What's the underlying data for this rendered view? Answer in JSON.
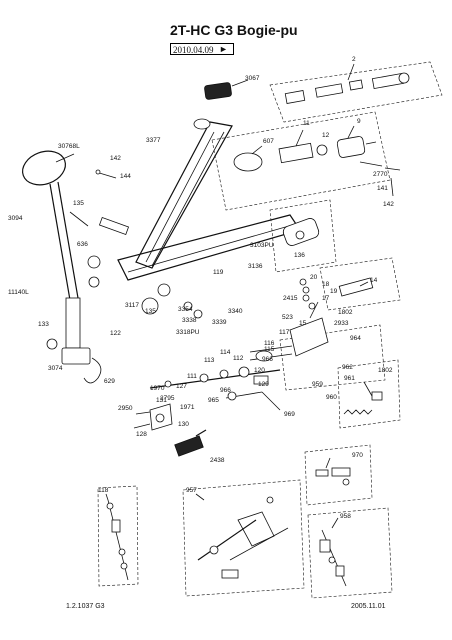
{
  "title": "2T-HC G3 Bogie-pu",
  "revision_date": "2010.04.09",
  "revision_arrow": "►",
  "footer": {
    "doc_number": "1.2.1037 G3",
    "date": "2005.11.01"
  },
  "labels": [
    {
      "id": "l2",
      "text": "2"
    },
    {
      "id": "l3067",
      "text": "3067"
    },
    {
      "id": "l3377",
      "text": "3377"
    },
    {
      "id": "l607",
      "text": "607"
    },
    {
      "id": "l11",
      "text": "11"
    },
    {
      "id": "l12",
      "text": "12"
    },
    {
      "id": "l9",
      "text": "9"
    },
    {
      "id": "l30768",
      "text": "30768L"
    },
    {
      "id": "l142a",
      "text": "142"
    },
    {
      "id": "l144",
      "text": "144"
    },
    {
      "id": "l2770",
      "text": "2770"
    },
    {
      "id": "l141",
      "text": "141"
    },
    {
      "id": "l142b",
      "text": "142"
    },
    {
      "id": "l3094",
      "text": "3094"
    },
    {
      "id": "l135a",
      "text": "135"
    },
    {
      "id": "l636",
      "text": "636"
    },
    {
      "id": "l3103PU",
      "text": "3103PU"
    },
    {
      "id": "l136",
      "text": "136"
    },
    {
      "id": "l3136",
      "text": "3136"
    },
    {
      "id": "l119",
      "text": "119"
    },
    {
      "id": "l20",
      "text": "20"
    },
    {
      "id": "l18",
      "text": "18"
    },
    {
      "id": "l19",
      "text": "19"
    },
    {
      "id": "l17",
      "text": "17"
    },
    {
      "id": "l14",
      "text": "14"
    },
    {
      "id": "l2415",
      "text": "2415"
    },
    {
      "id": "l15",
      "text": "15"
    },
    {
      "id": "l1802a",
      "text": "1802"
    },
    {
      "id": "l2933",
      "text": "2933"
    },
    {
      "id": "l11140L",
      "text": "11140L"
    },
    {
      "id": "l3117",
      "text": "3117"
    },
    {
      "id": "l135b",
      "text": "135"
    },
    {
      "id": "l3354",
      "text": "3354"
    },
    {
      "id": "l3340",
      "text": "3340"
    },
    {
      "id": "l3338",
      "text": "3338"
    },
    {
      "id": "l3339",
      "text": "3339"
    },
    {
      "id": "l3318PU",
      "text": "3318PU"
    },
    {
      "id": "l523",
      "text": "523"
    },
    {
      "id": "l117",
      "text": "117"
    },
    {
      "id": "l964",
      "text": "964"
    },
    {
      "id": "l116",
      "text": "116"
    },
    {
      "id": "l115",
      "text": "115"
    },
    {
      "id": "l966a",
      "text": "966"
    },
    {
      "id": "l962",
      "text": "962"
    },
    {
      "id": "l961",
      "text": "961"
    },
    {
      "id": "l133",
      "text": "133"
    },
    {
      "id": "l122",
      "text": "122"
    },
    {
      "id": "l3074",
      "text": "3074"
    },
    {
      "id": "l629",
      "text": "629"
    },
    {
      "id": "l113",
      "text": "113"
    },
    {
      "id": "l114",
      "text": "114"
    },
    {
      "id": "l111",
      "text": "111"
    },
    {
      "id": "l112",
      "text": "112"
    },
    {
      "id": "l120",
      "text": "120"
    },
    {
      "id": "l129",
      "text": "129"
    },
    {
      "id": "l959",
      "text": "959"
    },
    {
      "id": "l960",
      "text": "960"
    },
    {
      "id": "l1802b",
      "text": "1802"
    },
    {
      "id": "l1970",
      "text": "1970"
    },
    {
      "id": "l2795",
      "text": "2795"
    },
    {
      "id": "l127",
      "text": "127"
    },
    {
      "id": "l131",
      "text": "131"
    },
    {
      "id": "l1971",
      "text": "1971"
    },
    {
      "id": "l2950",
      "text": "2950"
    },
    {
      "id": "l966b",
      "text": "966"
    },
    {
      "id": "l965",
      "text": "965"
    },
    {
      "id": "l969",
      "text": "969"
    },
    {
      "id": "l128",
      "text": "128"
    },
    {
      "id": "l130",
      "text": "130"
    },
    {
      "id": "l2438",
      "text": "2438"
    },
    {
      "id": "l970",
      "text": "970"
    },
    {
      "id": "l118",
      "text": "118"
    },
    {
      "id": "l957",
      "text": "957"
    },
    {
      "id": "l958",
      "text": "958"
    }
  ]
}
